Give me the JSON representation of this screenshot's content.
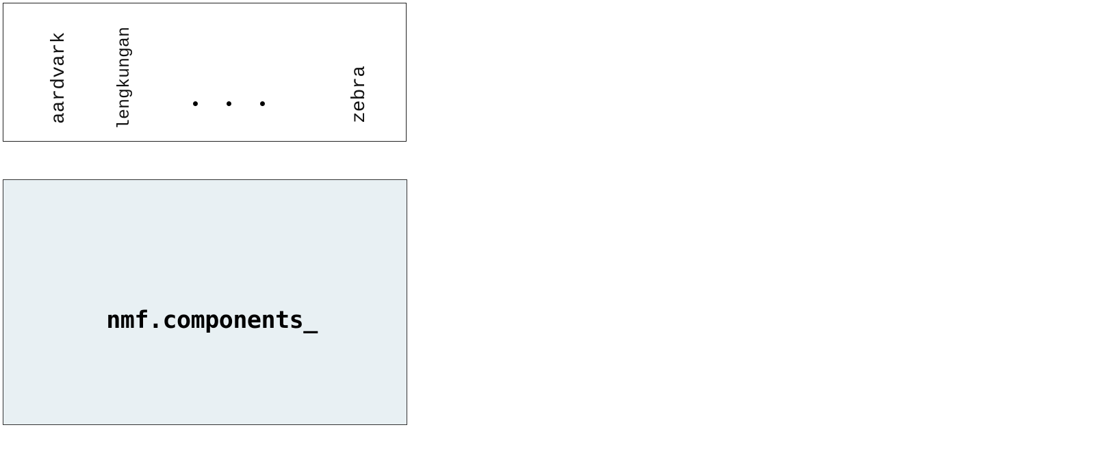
{
  "vocabulary_box": {
    "words": [
      "aardvark",
      "lengkungan",
      "zebra"
    ],
    "ellipsis": "...",
    "border_color": "#222222",
    "background": "#ffffff"
  },
  "components_box": {
    "label": "nmf.components_",
    "background": "#e8f0f3",
    "border_color": "#333333"
  }
}
